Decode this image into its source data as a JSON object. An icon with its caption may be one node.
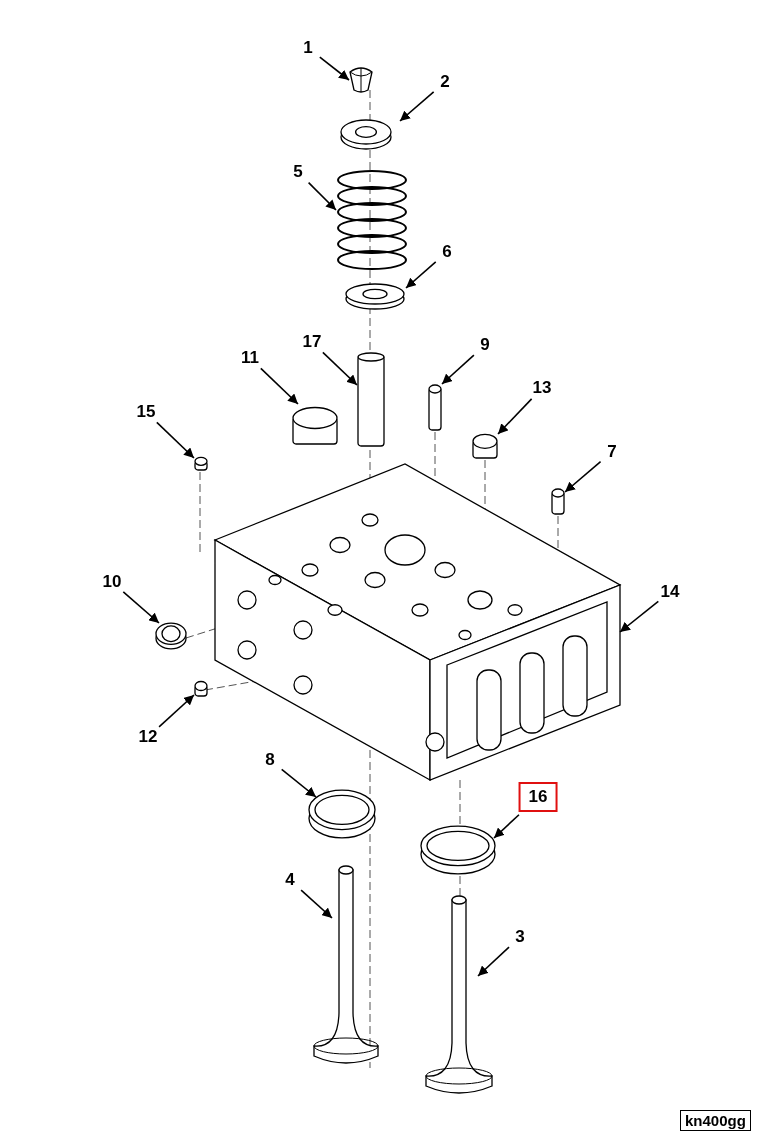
{
  "diagram": {
    "nodes": [
      {
        "text": [
          "1"
        ]
      },
      {
        "text": [
          "2"
        ]
      },
      {
        "text": [
          "5"
        ]
      },
      {
        "text": [
          "6"
        ]
      },
      {
        "text": [
          "17"
        ]
      },
      {
        "text": [
          "11"
        ]
      },
      {
        "text": [
          "9"
        ]
      },
      {
        "text": [
          "13"
        ]
      },
      {
        "text": [
          "15"
        ]
      },
      {
        "text": [
          "7"
        ]
      },
      {
        "text": [
          "10"
        ]
      },
      {
        "text": [
          "14"
        ]
      },
      {
        "text": [
          "12"
        ]
      },
      {
        "text": [
          "8"
        ]
      },
      {
        "text": [
          "16"
        ]
      },
      {
        "text": [
          "4"
        ]
      },
      {
        "text": [
          "3"
        ]
      },
      {
        "text": [],
        "shape": "picture"
      },
      {
        "text": [],
        "shape": "picture"
      },
      {
        "text": [],
        "shape": "picture"
      },
      {
        "text": [],
        "shape": "picture"
      },
      {
        "text": [],
        "shape": "cylinder"
      },
      {
        "text": [],
        "shape": "cylinder"
      },
      {
        "text": [],
        "shape": "cylinder"
      },
      {
        "text": [],
        "shape": "cylinder"
      },
      {
        "text": [],
        "shape": "cylinder"
      },
      {
        "text": [],
        "shape": "cylinder"
      },
      {
        "text": [],
        "shape": "picture"
      },
      {
        "text": [],
        "shape": "picture"
      },
      {
        "text": [],
        "shape": "cylinder"
      },
      {
        "text": [],
        "shape": "picture"
      },
      {
        "text": [],
        "shape": "picture"
      },
      {
        "text": [],
        "shape": "picture"
      },
      {
        "text": [],
        "shape": "picture"
      }
    ],
    "edges": [
      {
        "from": 0,
        "to": 17,
        "arrow": "to"
      },
      {
        "from": 1,
        "to": 18,
        "arrow": "to"
      },
      {
        "from": 2,
        "to": 19,
        "arrow": "to"
      },
      {
        "from": 3,
        "to": 20,
        "arrow": "to"
      },
      {
        "from": 4,
        "to": 21,
        "arrow": "to"
      },
      {
        "from": 5,
        "to": 22,
        "arrow": "to"
      },
      {
        "from": 6,
        "to": 23,
        "arrow": "to"
      },
      {
        "from": 7,
        "to": 24,
        "arrow": "to"
      },
      {
        "from": 8,
        "to": 25,
        "arrow": "to"
      },
      {
        "from": 9,
        "to": 26,
        "arrow": "to"
      },
      {
        "from": 10,
        "to": 27,
        "arrow": "to"
      },
      {
        "from": 11,
        "to": 28,
        "arrow": "to"
      },
      {
        "from": 12,
        "to": 29,
        "arrow": "to"
      },
      {
        "from": 13,
        "to": 30,
        "arrow": "to"
      },
      {
        "from": 14,
        "to": 31,
        "arrow": "to"
      },
      {
        "from": 15,
        "to": 32,
        "arrow": "to"
      },
      {
        "from": 16,
        "to": 33,
        "arrow": "to"
      }
    ],
    "labels": [
      "kn400gg"
    ]
  }
}
